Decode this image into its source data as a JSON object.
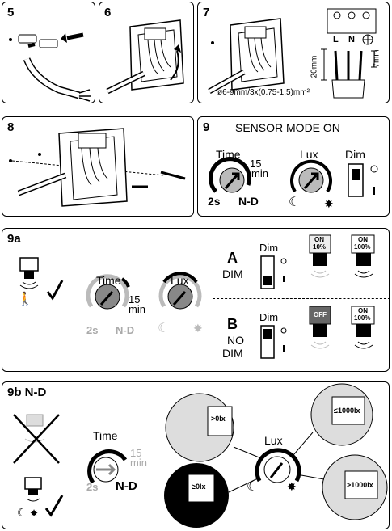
{
  "steps": {
    "s5": {
      "num": "5"
    },
    "s6": {
      "num": "6"
    },
    "s7": {
      "num": "7",
      "terminal_L": "L",
      "terminal_N": "N",
      "strip_20": "20mm",
      "strip_7": "7mm",
      "cable_spec": "ø6-9mm/3x(0.75-1.5)mm²"
    },
    "s8": {
      "num": "8"
    },
    "s9": {
      "num": "9",
      "title": "SENSOR MODE ON",
      "time": "Time",
      "t15": "15",
      "tmin": "min",
      "t2s": "2s",
      "tnd": "N-D",
      "lux": "Lux",
      "dim": "Dim"
    },
    "s9a": {
      "num": "9a",
      "time": "Time",
      "t15": "15",
      "tmin": "min",
      "t2s": "2s",
      "tnd": "N-D",
      "lux": "Lux",
      "optA": {
        "letter": "A",
        "word": "DIM",
        "dim": "Dim",
        "on1": "ON",
        "on1v": "10%",
        "on2": "ON",
        "on2v": "100%"
      },
      "optB": {
        "letter": "B",
        "word1": "NO",
        "word2": "DIM",
        "dim": "Dim",
        "off": "OFF",
        "on2": "ON",
        "on2v": "100%"
      }
    },
    "s9b": {
      "num": "9b N-D",
      "time": "Time",
      "t15": "15",
      "tmin": "min",
      "t2s": "2s",
      "tnd": "N-D",
      "lux": "Lux",
      "z1": ">0lx",
      "z2": "≤1000lx",
      "z3": "≥0lx",
      "z4": ">1000lx"
    }
  },
  "colors": {
    "ink": "#000000",
    "grey": "#9a9a9a",
    "light": "#cfcfcf"
  }
}
